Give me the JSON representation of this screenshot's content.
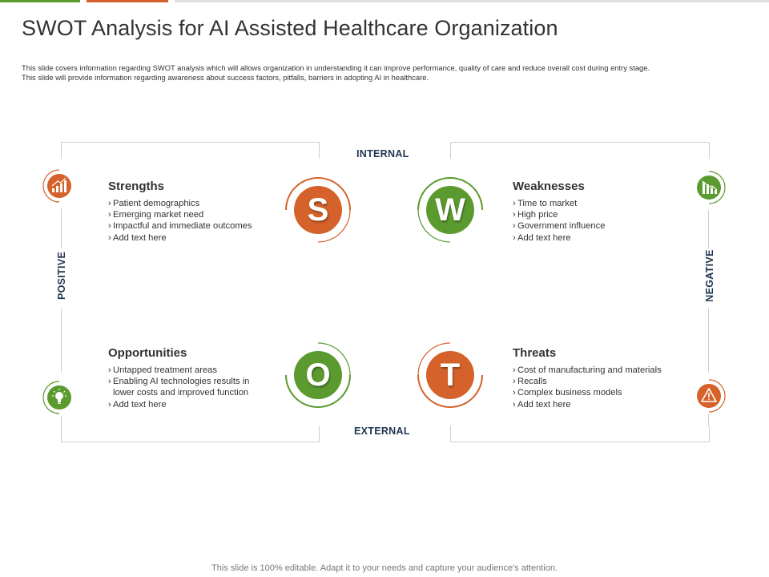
{
  "title": "SWOT Analysis for AI Assisted Healthcare Organization",
  "description": [
    "This slide covers information regarding SWOT analysis which will allows organization in understanding it can improve performance, quality of care and reduce overall cost during entry stage.",
    "This slide will provide information regarding awareness about success factors, pitfalls, barriers in adopting AI in healthcare."
  ],
  "axes": {
    "internal": "INTERNAL",
    "external": "EXTERNAL",
    "positive": "POSITIVE",
    "negative": "NEGATIVE"
  },
  "colors": {
    "orange": "#d4622a",
    "green": "#5a9a2e",
    "navy": "#1f3550"
  },
  "quadrants": [
    {
      "key": "strengths",
      "letter": "S",
      "heading": "Strengths",
      "icon": "bar-chart-icon",
      "color": "#d4622a",
      "items": [
        "Patient demographics",
        "Emerging market need",
        "Impactful and immediate outcomes",
        "Add text here"
      ]
    },
    {
      "key": "weaknesses",
      "letter": "W",
      "heading": "Weaknesses",
      "icon": "declining-chart-icon",
      "color": "#5a9a2e",
      "items": [
        "Time to market",
        "High price",
        "Government influence",
        "Add text here"
      ]
    },
    {
      "key": "opportunities",
      "letter": "O",
      "heading": "Opportunities",
      "icon": "lightbulb-icon",
      "color": "#5a9a2e",
      "items": [
        "Untapped treatment areas",
        "Enabling AI technologies results in lower costs and improved function",
        "Add text here"
      ]
    },
    {
      "key": "threats",
      "letter": "T",
      "heading": "Threats",
      "icon": "warning-icon",
      "color": "#d4622a",
      "items": [
        "Cost of manufacturing and materials",
        "Recalls",
        "Complex business models",
        "Add text here"
      ]
    }
  ],
  "footer": "This slide is 100% editable. Adapt it to your needs and capture your audience's attention."
}
